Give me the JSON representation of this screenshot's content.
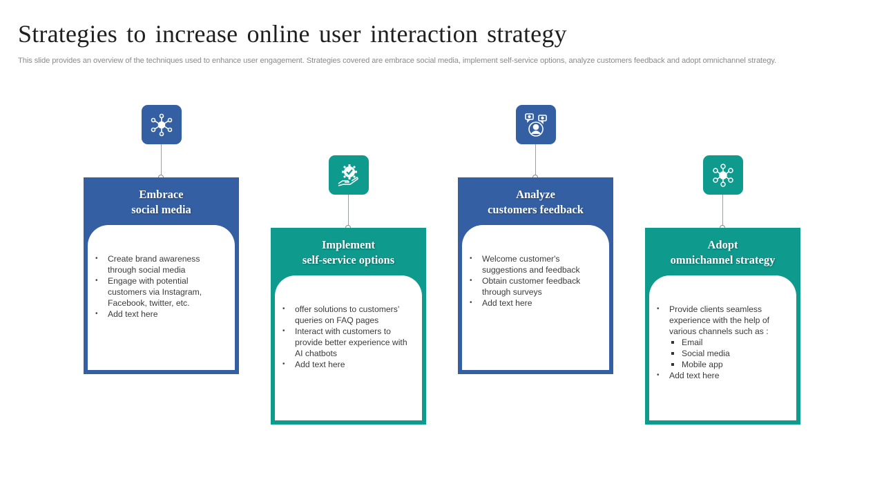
{
  "header": {
    "title": "Strategies to increase online user interaction strategy",
    "subtitle": "This slide provides an overview of the techniques used to enhance user engagement. Strategies covered are embrace social media, implement self-service options, analyze customers feedback and adopt omnichannel strategy."
  },
  "colors": {
    "blue": "#3460a3",
    "teal": "#0f9a8e"
  },
  "cards": [
    {
      "icon": "network-hub-icon",
      "heading_line1": "Embrace",
      "heading_line2": "social media",
      "bullets": [
        "Create brand awareness through social media",
        "Engage with potential customers via Instagram, Facebook, twitter, etc.",
        "Add text here"
      ]
    },
    {
      "icon": "hand-gear-check-icon",
      "heading_line1": "Implement",
      "heading_line2": "self-service options",
      "bullets": [
        "offer solutions to customers’ queries on FAQ pages",
        "Interact with customers to provide better experience with AI chatbots",
        "Add text here"
      ]
    },
    {
      "icon": "user-feedback-icon",
      "heading_line1": "Analyze",
      "heading_line2": "customers feedback",
      "bullets": [
        "Welcome customer's suggestions and feedback",
        "Obtain customer feedback through surveys",
        "Add text here"
      ]
    },
    {
      "icon": "omnichannel-hub-icon",
      "heading_line1": "Adopt",
      "heading_line2": "omnichannel strategy",
      "bullets": [
        "Provide clients seamless experience with the help of various channels such as :",
        "Add text here"
      ],
      "sub_bullets": [
        "Email",
        "Social media",
        "Mobile app"
      ]
    }
  ]
}
